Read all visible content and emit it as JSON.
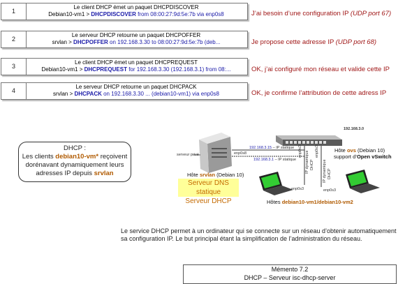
{
  "steps": [
    {
      "num": "1",
      "title": "Le client DHCP émet un paquet DHCPDISCOVER",
      "host": "Debian10-vm1 > ",
      "packet": "DHCPDISCOVER",
      "detail": " from 08:00:27:9d:5e:7b via enp0s8",
      "response": "J’ai besoin d’une configuration IP ",
      "response_note": "(UDP port 67)"
    },
    {
      "num": "2",
      "title": "Le serveur DHCP retourne un paquet DHCPOFFER",
      "host": "srvlan > ",
      "packet": "DHCPOFFER",
      "detail": " on 192.168.3.30 to 08:00:27:9d:5e:7b (deb...",
      "response": "Je propose cette adresse IP ",
      "response_note": "(UDP port 68)"
    },
    {
      "num": "3",
      "title": "Le client DHCP émet un paquet DHCPREQUEST",
      "host": "Debian10-vm1 > ",
      "packet": "DHCPREQUEST",
      "detail": " for 192.168.3.30 (192.168.3.1) from 08:...",
      "response": "OK, j’ai configuré mon réseau et valide cette IP",
      "response_note": ""
    },
    {
      "num": "4",
      "title": "Le serveur DHCP retourne un paquet DHCPACK",
      "host": "srvlan > ",
      "packet": "DHCPACK",
      "detail": " on 192.168.3.30 ... (debian10-vm1) via enp0s8",
      "response": "OK, je confirme l’attribution de cette adress IP",
      "response_note": ""
    }
  ],
  "callout": {
    "line1": "DHCP :",
    "line2a": "Les clients ",
    "line2b": "debian10-vm*",
    "line2c": " reçoivent",
    "line3": "dorénavant dynamiquement leurs",
    "line4a": "adresses IP depuis ",
    "line4b": "srvlan"
  },
  "diagram": {
    "server_label": "serveur privé",
    "host_srvlan_a": "Hôte ",
    "host_srvlan_b": "srvlan",
    "host_srvlan_c": " (Debian 10)",
    "yellow_line1": "Serveur DNS statique",
    "yellow_line2": "Serveur DHCP",
    "network": "192.168.3.0",
    "ip_static_addr": "192.168.3.15",
    "ip_static_text": " – IP statique",
    "ip_static2_addr": "192.168.3.1",
    "ip_static2_text": " – IP statique",
    "enp0s8": "enp0s8",
    "enp0s3": "enp0s3",
    "ip_dyn": "IP dynamique",
    "dhcp": "DHCP",
    "ovs_a": "Hôte ",
    "ovs_b": "ovs",
    "ovs_c": " (Debian 10)",
    "ovs_support_a": "support d’",
    "ovs_support_b": "Open vSwitch",
    "hosts_a": "Hôtes ",
    "hosts_b": "debian10-vm1/debian10-vm2"
  },
  "description": "Le service DHCP permet à un ordinateur qui se connecte sur un réseau d’obtenir automatiquement sa configuration IP. Le but principal étant la simplification de l’administration du réseau.",
  "memento": {
    "line1": "Mémento 7.2",
    "line2": "DHCP – Serveur isc-dhcp-server"
  },
  "colors": {
    "accent_red": "#a01818",
    "accent_blue": "#1a1aa8",
    "accent_orange": "#b05a00",
    "highlight_yellow": "#ffff99",
    "laptop_green": "#33cc22"
  }
}
